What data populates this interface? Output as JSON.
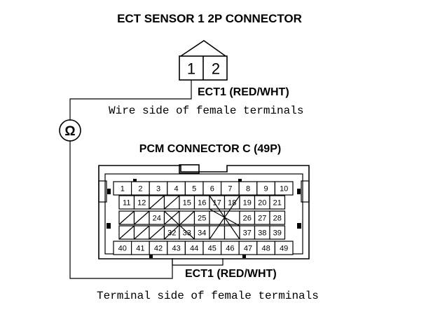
{
  "ect_connector": {
    "title": "ECT SENSOR 1 2P CONNECTOR",
    "pins": [
      "1",
      "2"
    ],
    "wire_label": "ECT1 (RED/WHT)",
    "view_label": "Wire side of female terminals"
  },
  "meter": {
    "symbol": "Ω"
  },
  "pcm_connector": {
    "title": "PCM CONNECTOR C (49P)",
    "rows": [
      [
        "1",
        "2",
        "3",
        "4",
        "5",
        "6",
        "7",
        "8",
        "9",
        "10"
      ],
      [
        "11",
        "12",
        "",
        "",
        "15",
        "16",
        "17",
        "18",
        "19",
        "20",
        "21"
      ],
      [
        "",
        "",
        "24",
        "",
        "",
        "25",
        "",
        "",
        "26",
        "27",
        "28"
      ],
      [
        "",
        "",
        "",
        "32",
        "33",
        "34",
        "",
        "",
        "37",
        "38",
        "39"
      ],
      [
        "40",
        "41",
        "42",
        "43",
        "44",
        "45",
        "46",
        "47",
        "48",
        "49"
      ]
    ],
    "wire_label": "ECT1 (RED/WHT)",
    "view_label": "Terminal side of female terminals"
  }
}
